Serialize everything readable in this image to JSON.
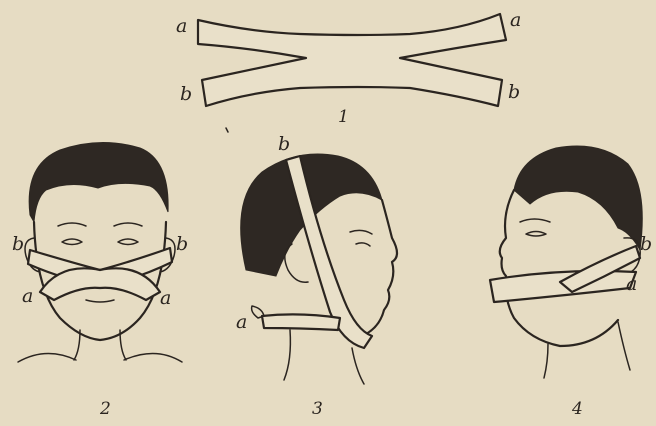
{
  "figure_numbers": [
    "1",
    "2",
    "3",
    "4"
  ],
  "end_labels": {
    "a": "a",
    "b": "b"
  },
  "colors": {
    "paper": "#e6dcc3",
    "ink": "#2b2520",
    "band": "#e9e0c9"
  }
}
